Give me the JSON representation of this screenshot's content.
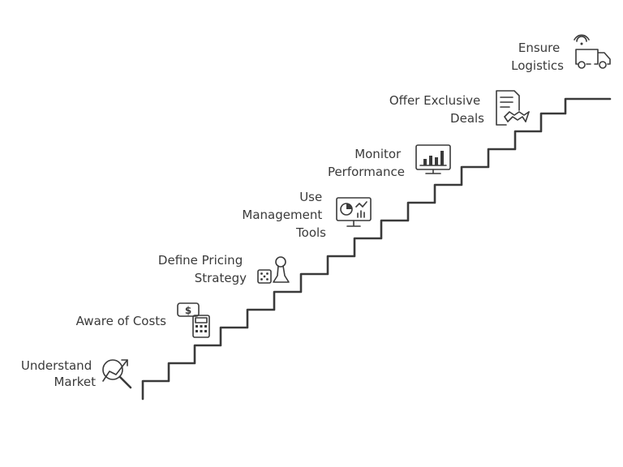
{
  "steps": [
    {
      "label_lines": [
        "Understand",
        "Market"
      ],
      "icon": "market-analysis-icon"
    },
    {
      "label_lines": [
        "Aware of Costs"
      ],
      "icon": "cost-calculator-icon"
    },
    {
      "label_lines": [
        "Define Pricing",
        "Strategy"
      ],
      "icon": "strategy-game-piece-icon"
    },
    {
      "label_lines": [
        "Use",
        "Management",
        "Tools"
      ],
      "icon": "dashboard-monitor-icon"
    },
    {
      "label_lines": [
        "Monitor",
        "Performance"
      ],
      "icon": "performance-chart-icon"
    },
    {
      "label_lines": [
        "Offer Exclusive",
        "Deals"
      ],
      "icon": "contract-handshake-icon"
    },
    {
      "label_lines": [
        "Ensure",
        "Logistics"
      ],
      "icon": "delivery-truck-icon"
    }
  ],
  "colors": {
    "ink": "#3a3a3a",
    "background": "#ffffff"
  }
}
